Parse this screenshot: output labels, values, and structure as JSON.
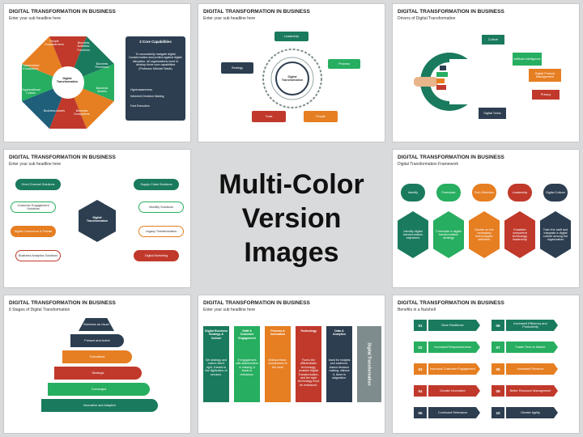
{
  "center": {
    "line1": "Multi-Color",
    "line2": "Version Images"
  },
  "slides": [
    {
      "title": "DIGITAL TRANSFORMATION IN BUSINESS",
      "subtitle": "Enter your sub headline here",
      "segments": [
        "People Empowerment",
        "Business Activities/ Functions",
        "Business Processes",
        "Business Models",
        "Business Ecosystems",
        "Business Assets",
        "Organizational Culture",
        "Partnerships/ Ecosystems"
      ],
      "center_label": "Digital Transformation",
      "panel_title": "3 Core Capabilities",
      "panel_text": "To successfully navigate digital transformation and protect against digital disruption, all organizations need to develop three core capabilities (Professor Michael Wade)",
      "panel_bullets": [
        "Hyperawareness",
        "Informed Decision Making",
        "Fast Execution"
      ]
    },
    {
      "title": "DIGITAL TRANSFORMATION IN BUSINESS",
      "subtitle": "Enter your sub headline here",
      "center_label": "Digital Transformation",
      "items": [
        "Leadership",
        "Process",
        "People",
        "Tools",
        "Strategy"
      ]
    },
    {
      "title": "DIGITAL TRANSFORMATION IN BUSINESS",
      "subtitle": "Drivers of Digital Transformation",
      "items": [
        "Culture",
        "Artificial Intelligence",
        "Digital Product Management",
        "Privacy",
        "Digital Twins"
      ]
    },
    {
      "title": "DIGITAL TRANSFORMATION IN BUSINESS",
      "subtitle": "Enter your sub headline here",
      "center_label": "Digital Transformation",
      "left": [
        "Omni Channel Solutions",
        "Customer Engagement Solutions",
        "Digital Commerce & Portals",
        "Business Analytics Solutions"
      ],
      "right": [
        "Supply Chain Solutions",
        "Mobility Solutions",
        "Legacy Transformation",
        "Digital Marketing"
      ]
    },
    {
      "title": "DIGITAL TRANSFORMATION IN BUSINESS",
      "subtitle": "Digital Transformation Framework",
      "heads": [
        "Identify",
        "Formulate",
        "Tech Selection",
        "Leadership",
        "Digital Culture"
      ],
      "bodies": [
        "Identify digital transformation objectives",
        "Formulate a digital transformation strategy",
        "Decide on the necessary technologies selection",
        "Establish competent technology leadership",
        "Train the staff and integrate a digital culture among the organization"
      ]
    },
    {
      "title": "DIGITAL TRANSFORMATION IN BUSINESS",
      "subtitle": "6 Stages of Digital Transformation",
      "stages": [
        "Business as Usual",
        "Present and Active",
        "Formalized",
        "Strategic",
        "Converged",
        "Innovative and Adaptive"
      ]
    },
    {
      "title": "DIGITAL TRANSFORMATION IN BUSINESS",
      "subtitle": "Enter your sub headline here",
      "cols": [
        "Digital Business Strategy & Culture",
        "Staff & Customer Engagement",
        "Process & Innovation",
        "Technology",
        "Data & Analytics"
      ],
      "texts": [
        "Set strategy and culture aren't right, it leads to the digitization of services.",
        "If engagement with stakeholders is missing, it leads to resistance.",
        "Without these, incoherence in the work",
        "Forms the differentiator technology, enables Digital Transformation, and the right technology must be embraced.",
        "Used for insights and evidence-based decision making, without it, there is stagnation."
      ],
      "result": "Digital Transformation"
    },
    {
      "title": "DIGITAL TRANSFORMATION IN BUSINESS",
      "subtitle": "Benefits in a Nutshell",
      "benefits": [
        {
          "num": "01",
          "label": "More Resilience"
        },
        {
          "num": "02",
          "label": "Increased Responsiveness"
        },
        {
          "num": "03",
          "label": "Improves Customer Engagement"
        },
        {
          "num": "04",
          "label": "Greater Innovation"
        },
        {
          "num": "05",
          "label": "Continued Relevance"
        },
        {
          "num": "06",
          "label": "Increased Efficiency and Productivity"
        },
        {
          "num": "07",
          "label": "Faster Time to Market"
        },
        {
          "num": "08",
          "label": "Increased Revenue"
        },
        {
          "num": "09",
          "label": "Better Resource Management"
        },
        {
          "num": "10",
          "label": "Greater Agility"
        }
      ]
    }
  ]
}
